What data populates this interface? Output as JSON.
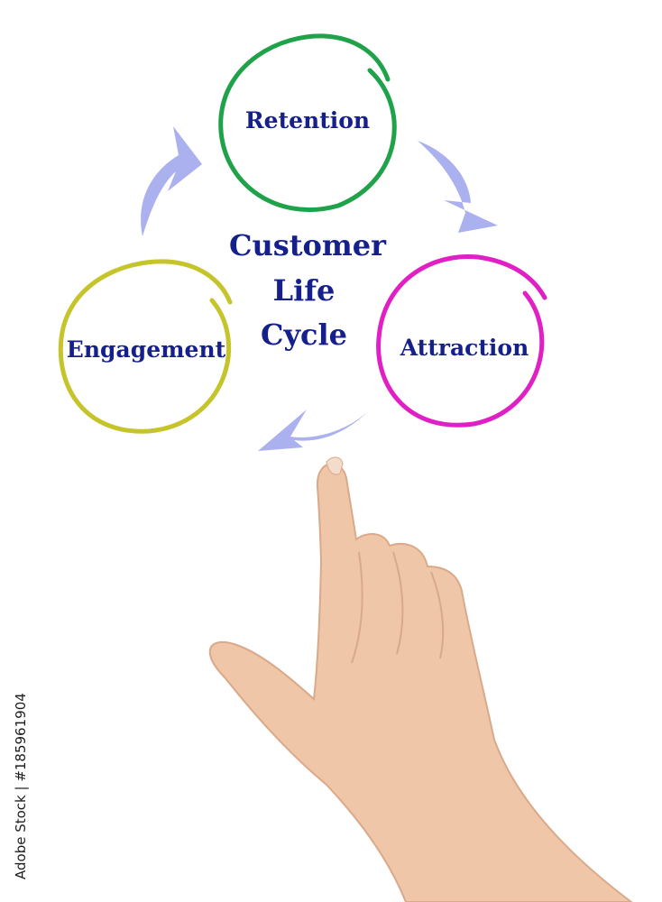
{
  "diagram": {
    "title_lines": [
      "Customer",
      "Life",
      "Cycle"
    ],
    "nodes": [
      {
        "id": "retention",
        "label": "Retention",
        "color": "#1fa24a"
      },
      {
        "id": "attraction",
        "label": "Attraction",
        "color": "#e020c4"
      },
      {
        "id": "engagement",
        "label": "Engagement",
        "color": "#c5c42a"
      }
    ],
    "text_color": "#16208c",
    "arrow_color": "#aab1ee",
    "arrow_icon": "curved-arrow-icon"
  },
  "photo": {
    "subject": "pointing-hand-icon",
    "skin_color": "#efc6a8"
  },
  "watermark": {
    "text": "Adobe Stock | #185961904"
  }
}
